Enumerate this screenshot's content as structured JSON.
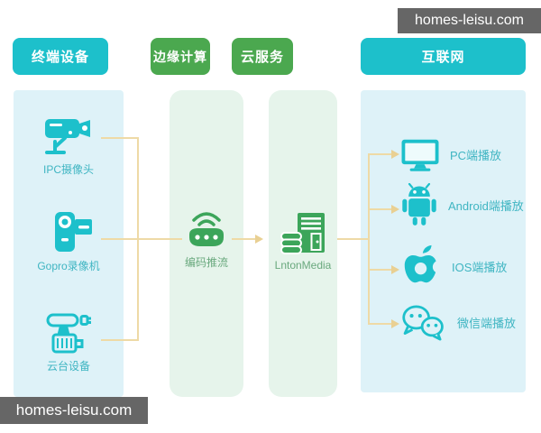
{
  "watermarks": {
    "top": "homes-leisu.com",
    "bottom": "homes-leisu.com"
  },
  "colors": {
    "teal_accent": "#1dc0cb",
    "green_header": "#4ba84f",
    "icon_green": "#3ca55a",
    "panel_cyan": "#def2f8",
    "panel_green": "#e6f4eb",
    "connector_tan": "#eedaa6",
    "watermark_bg": "#666666",
    "label_teal": "#3fb5c2",
    "label_green": "#6aa97e"
  },
  "columns": [
    {
      "header": "终端设备",
      "items": [
        {
          "label": "IPC摄像头",
          "icon": "cctv-camera-icon"
        },
        {
          "label": "Gopro录像机",
          "icon": "camcorder-icon"
        },
        {
          "label": "云台设备",
          "icon": "ptz-device-icon"
        }
      ]
    },
    {
      "header": "边缘计算",
      "items": [
        {
          "label": "编码推流",
          "icon": "encoder-router-icon"
        }
      ]
    },
    {
      "header": "云服务",
      "items": [
        {
          "label": "LntonMedia",
          "icon": "media-server-icon"
        }
      ]
    },
    {
      "header": "互联网",
      "items": [
        {
          "label": "PC端播放",
          "icon": "pc-monitor-icon"
        },
        {
          "label": "Android端播放",
          "icon": "android-icon"
        },
        {
          "label": "IOS端播放",
          "icon": "apple-icon"
        },
        {
          "label": "微信端播放",
          "icon": "wechat-icon"
        }
      ]
    }
  ]
}
